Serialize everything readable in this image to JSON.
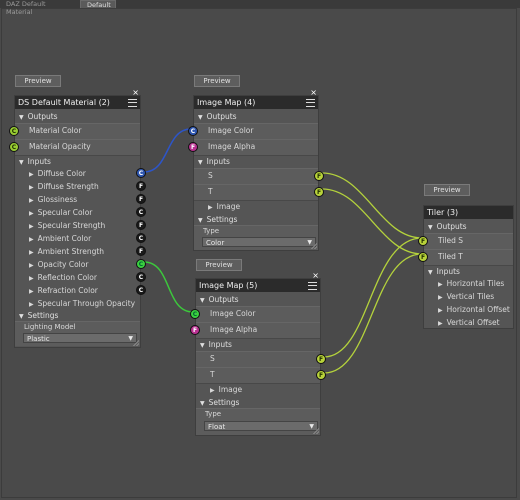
{
  "tabs": [
    {
      "label": "DAZ Default Material"
    },
    {
      "label": "Default"
    }
  ],
  "preview_label": "Preview",
  "nodes": {
    "ds": {
      "title": "DS Default Material (2)",
      "outputs_header": "Outputs",
      "outputs": [
        {
          "label": "Material Color",
          "port": "C"
        },
        {
          "label": "Material Opacity",
          "port": "C"
        }
      ],
      "inputs_header": "Inputs",
      "inputs": [
        {
          "label": "Diffuse Color",
          "port": "C"
        },
        {
          "label": "Diffuse Strength",
          "port": "F"
        },
        {
          "label": "Glossiness",
          "port": "F"
        },
        {
          "label": "Specular Color",
          "port": "C"
        },
        {
          "label": "Specular Strength",
          "port": "F"
        },
        {
          "label": "Ambient Color",
          "port": "C"
        },
        {
          "label": "Ambient Strength",
          "port": "F"
        },
        {
          "label": "Opacity Color",
          "port": "C"
        },
        {
          "label": "Reflection Color",
          "port": "C"
        },
        {
          "label": "Refraction Color",
          "port": "C"
        },
        {
          "label": "Specular Through Opacity",
          "port": ""
        }
      ],
      "settings_header": "Settings",
      "setting_label": "Lighting Model",
      "setting_value": "Plastic"
    },
    "im4": {
      "title": "Image Map (4)",
      "outputs_header": "Outputs",
      "outputs": [
        {
          "label": "Image Color",
          "port": "C"
        },
        {
          "label": "Image Alpha",
          "port": "F"
        }
      ],
      "inputs_header": "Inputs",
      "inputs": [
        {
          "label": "S",
          "port": "F"
        },
        {
          "label": "T",
          "port": "F"
        }
      ],
      "image_label": "Image",
      "settings_header": "Settings",
      "setting_label": "Type",
      "setting_value": "Color"
    },
    "im5": {
      "title": "Image Map (5)",
      "outputs_header": "Outputs",
      "outputs": [
        {
          "label": "Image Color",
          "port": "C"
        },
        {
          "label": "Image Alpha",
          "port": "F"
        }
      ],
      "inputs_header": "Inputs",
      "inputs": [
        {
          "label": "S",
          "port": "F"
        },
        {
          "label": "T",
          "port": "F"
        }
      ],
      "image_label": "Image",
      "settings_header": "Settings",
      "setting_label": "Type",
      "setting_value": "Float"
    },
    "tiler": {
      "title": "Tiler (3)",
      "outputs_header": "Outputs",
      "outputs": [
        {
          "label": "Tiled S",
          "port": "F"
        },
        {
          "label": "Tiled T",
          "port": "F"
        }
      ],
      "inputs_header": "Inputs",
      "inputs": [
        {
          "label": "Horizontal Tiles"
        },
        {
          "label": "Vertical Tiles"
        },
        {
          "label": "Horizontal Offset"
        },
        {
          "label": "Vertical Offset"
        }
      ]
    }
  },
  "colors": {
    "wire_blue": "#2d55c8",
    "wire_green": "#3cc83c",
    "wire_yellow": "#b4d23c"
  }
}
